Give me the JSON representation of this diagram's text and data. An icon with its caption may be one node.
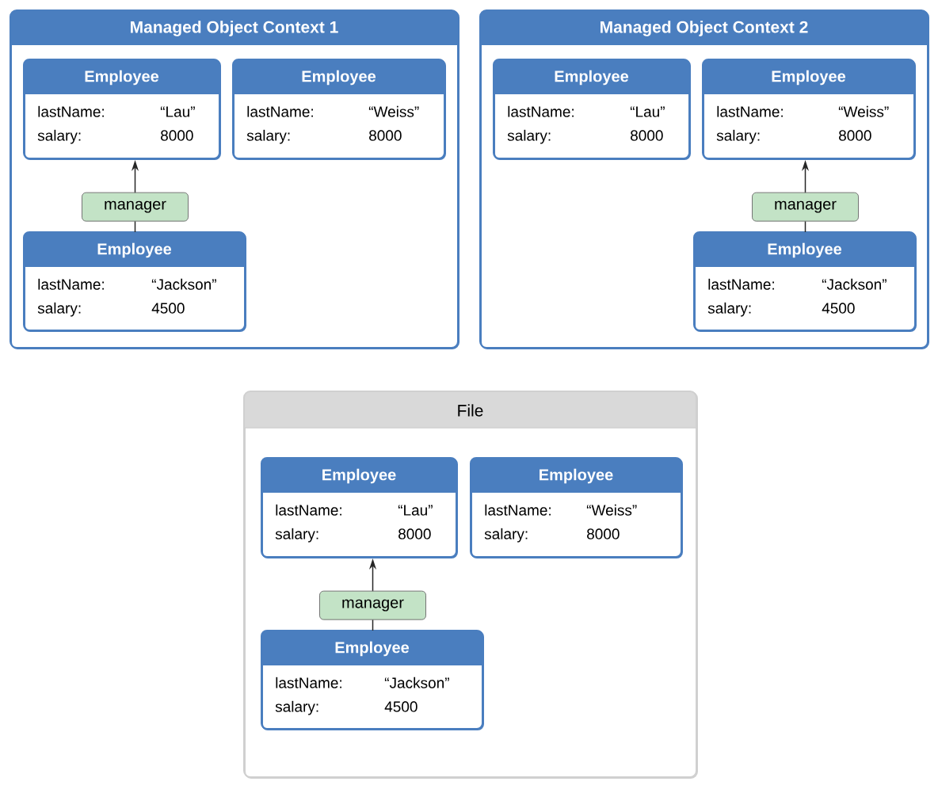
{
  "diagram": {
    "nodes": [
      {
        "text": [
          "Managed Object Context 1"
        ]
      },
      {
        "text": [
          "Employee",
          "lastName:",
          "“Lau”",
          "salary:",
          "8000"
        ],
        "in": 0
      },
      {
        "text": [
          "Employee",
          "lastName:",
          "“Weiss”",
          "salary:",
          "8000"
        ],
        "in": 0
      },
      {
        "text": [
          "Employee",
          "lastName:",
          "“Jackson”",
          "salary:",
          "4500"
        ],
        "in": 0
      },
      {
        "text": [
          "Managed Object Context 2"
        ]
      },
      {
        "text": [
          "Employee",
          "lastName:",
          "“Lau”",
          "salary:",
          "8000"
        ],
        "in": 4
      },
      {
        "text": [
          "Employee",
          "lastName:",
          "“Weiss”",
          "salary:",
          "8000"
        ],
        "in": 4
      },
      {
        "text": [
          "Employee",
          "lastName:",
          "“Jackson”",
          "salary:",
          "4500"
        ],
        "in": 4
      },
      {
        "text": [
          "File"
        ]
      },
      {
        "text": [
          "Employee",
          "lastName:",
          "“Lau”",
          "salary:",
          "8000"
        ],
        "in": 8
      },
      {
        "text": [
          "Employee",
          "lastName:",
          "“Weiss”",
          "salary:",
          "8000"
        ],
        "in": 8
      },
      {
        "text": [
          "Employee",
          "lastName:",
          "“Jackson”",
          "salary:",
          "4500"
        ],
        "in": 8
      }
    ],
    "edges": [
      {
        "from": 3,
        "to": 1,
        "arrow": "to",
        "label": "manager"
      },
      {
        "from": 7,
        "to": 6,
        "arrow": "to",
        "label": "manager"
      },
      {
        "from": 11,
        "to": 9,
        "arrow": "to",
        "label": "manager"
      }
    ]
  }
}
